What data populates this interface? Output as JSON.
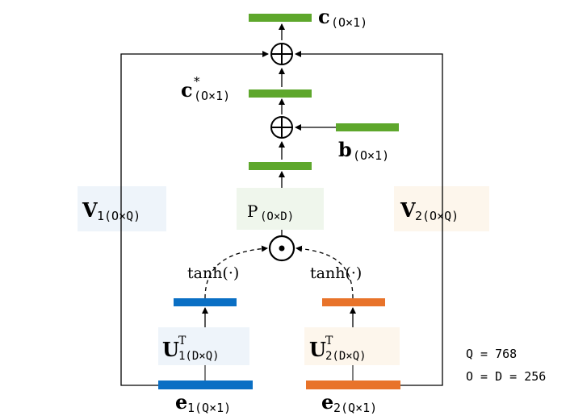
{
  "colors": {
    "green": "#5ea72c",
    "blue": "#0a6fc4",
    "orange": "#e8732a",
    "box_blue": "#eef4fa",
    "box_warm": "#fdf6ec",
    "box_green": "#eff6ec",
    "line": "#000000"
  },
  "labels": {
    "c_out": {
      "main": "c",
      "sub": "(O×1)"
    },
    "c_star": {
      "main": "c",
      "sup": "*",
      "sub": "(O×1)"
    },
    "b": {
      "main": "b",
      "sub": "(O×1)"
    },
    "P": {
      "main": "P",
      "sub": "(O×D)"
    },
    "V1": {
      "main": "V",
      "sub": "1(O×Q)"
    },
    "V2": {
      "main": "V",
      "sub": "2(O×Q)"
    },
    "U1": {
      "main": "U",
      "sup": "T",
      "sub": "1(D×Q)"
    },
    "U2": {
      "main": "U",
      "sup": "T",
      "sub": "2(D×Q)"
    },
    "e1": {
      "main": "e",
      "sub": "1(Q×1)"
    },
    "e2": {
      "main": "e",
      "sub": "2(Q×1)"
    },
    "tanh_left": "tanh(·)",
    "tanh_right": "tanh(·)"
  },
  "operators": {
    "plus": "⊕",
    "odot": "⊙"
  },
  "dims": {
    "q_line": "Q = 768",
    "od_line": "O = D = 256"
  }
}
